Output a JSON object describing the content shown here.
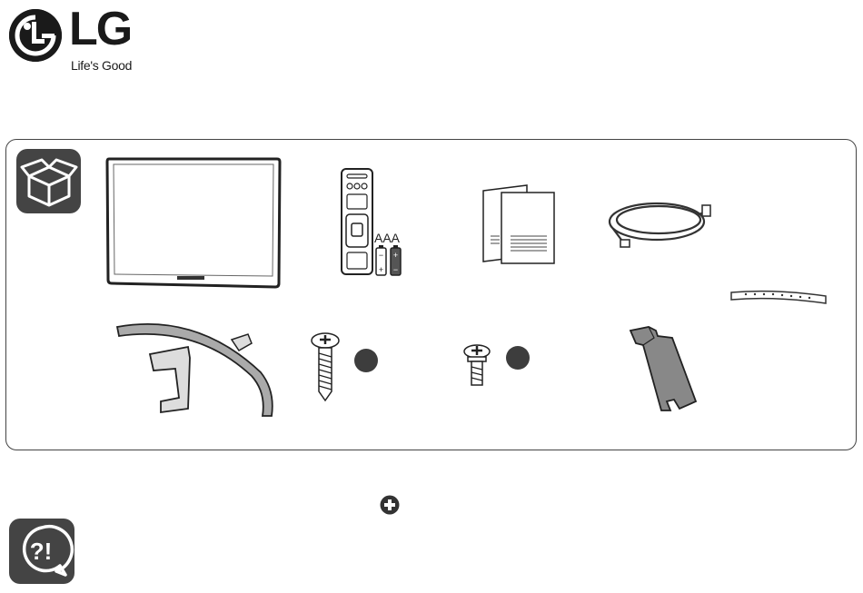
{
  "brand": {
    "name": "LG",
    "tagline": "Life's Good"
  },
  "components": {
    "battery_label": "AAA"
  },
  "icons": {
    "logo": "lg-face-logo",
    "box": "open-box-icon",
    "help": "question-exclamation-bubble-icon",
    "plus": "plus-circle-icon"
  },
  "colors": {
    "ink": "#1a1a1a",
    "tile": "#444444",
    "frame": "#444444"
  }
}
